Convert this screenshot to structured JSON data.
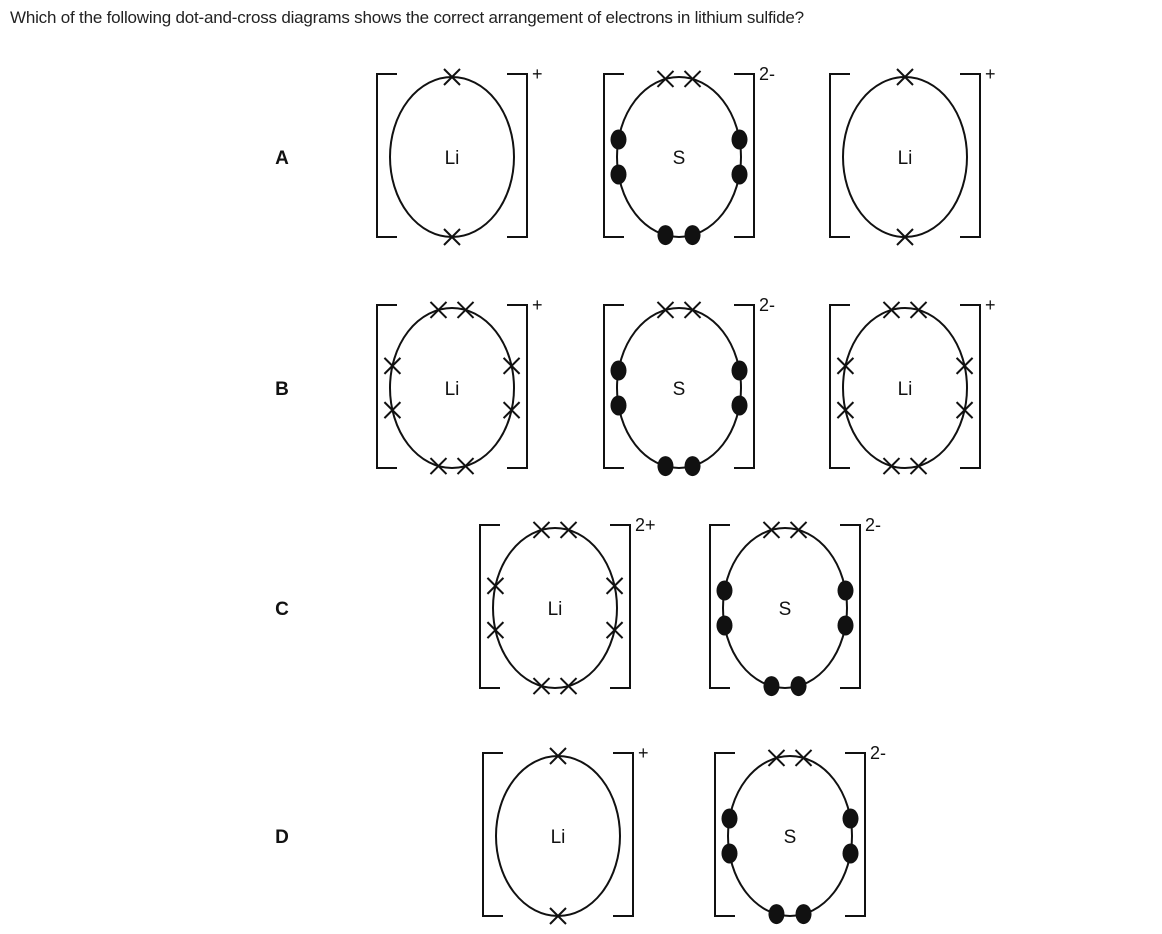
{
  "question": "Which of the following dot-and-cross diagrams shows the correct arrangement of electrons in lithium sulfide?",
  "options": [
    {
      "label": "A",
      "ions": [
        {
          "symbol": "Li",
          "charge": "+",
          "electrons": "li-2"
        },
        {
          "symbol": "S",
          "charge": "2-",
          "electrons": "s-8"
        },
        {
          "symbol": "Li",
          "charge": "+",
          "electrons": "li-2"
        }
      ]
    },
    {
      "label": "B",
      "ions": [
        {
          "symbol": "Li",
          "charge": "+",
          "electrons": "li-8"
        },
        {
          "symbol": "S",
          "charge": "2-",
          "electrons": "s-8"
        },
        {
          "symbol": "Li",
          "charge": "+",
          "electrons": "li-8"
        }
      ]
    },
    {
      "label": "C",
      "ions": [
        {
          "symbol": "Li",
          "charge": "2+",
          "electrons": "li-8"
        },
        {
          "symbol": "S",
          "charge": "2-",
          "electrons": "s-8"
        }
      ]
    },
    {
      "label": "D",
      "ions": [
        {
          "symbol": "Li",
          "charge": "+",
          "electrons": "li-2"
        },
        {
          "symbol": "S",
          "charge": "2-",
          "electrons": "s-8"
        }
      ]
    }
  ]
}
